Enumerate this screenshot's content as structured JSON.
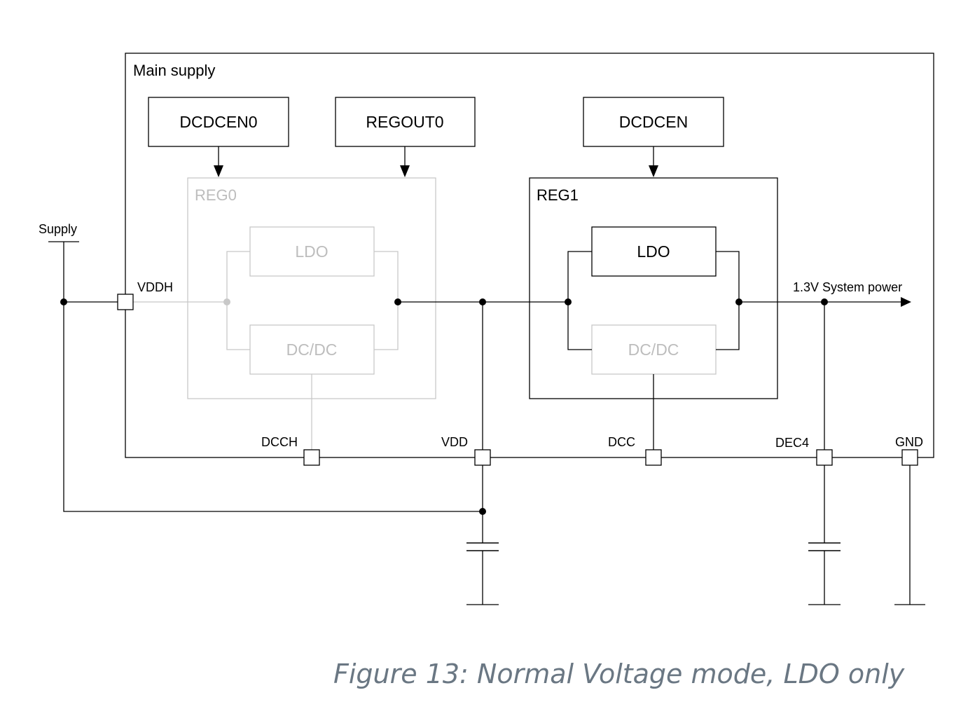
{
  "labels": {
    "main_supply": "Main supply",
    "dcdcen0": "DCDCEN0",
    "regout0": "REGOUT0",
    "dcdcen": "DCDCEN",
    "reg0": "REG0",
    "reg1": "REG1",
    "reg0_ldo": "LDO",
    "reg0_dcdc": "DC/DC",
    "reg1_ldo": "LDO",
    "reg1_dcdc": "DC/DC",
    "supply": "Supply",
    "vddh": "VDDH",
    "system_power": "1.3V System power",
    "dcch": "DCCH",
    "vdd": "VDD",
    "dcc": "DCC",
    "dec4": "DEC4",
    "gnd": "GND"
  },
  "caption": "Figure 13: Normal Voltage mode, LDO only",
  "colors": {
    "active": "#000000",
    "inactive": "#bdbdbd",
    "caption": "#6a7783"
  }
}
